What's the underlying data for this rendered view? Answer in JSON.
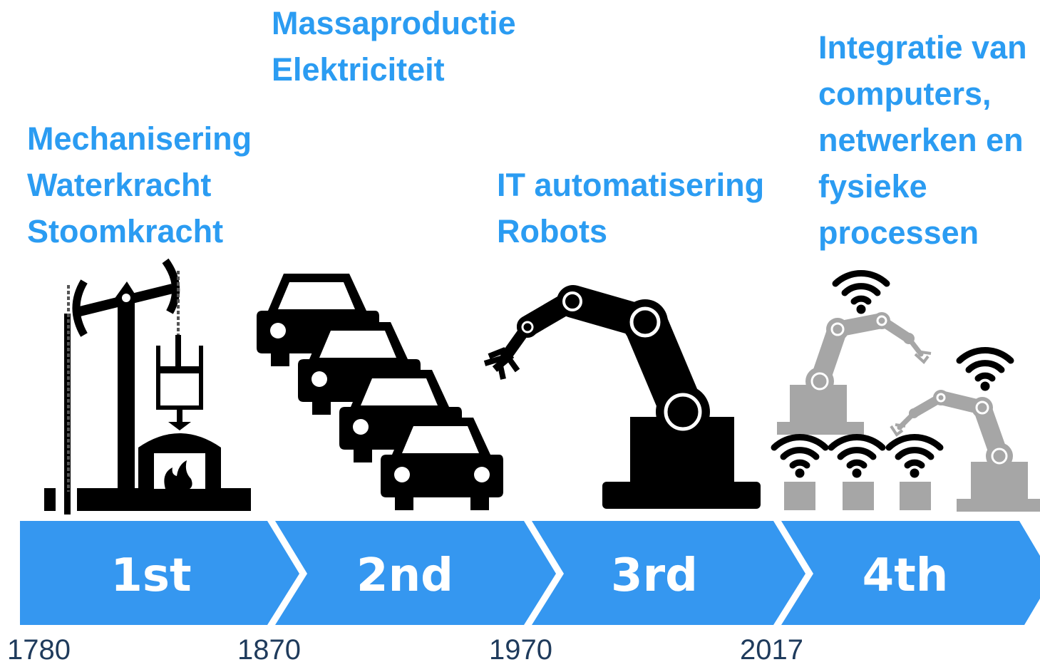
{
  "eras": [
    {
      "label": "1st",
      "year": "1780",
      "caption": [
        "Mechanisering",
        "Waterkracht",
        "Stoomkracht"
      ],
      "icon": "steam-pump-icon"
    },
    {
      "label": "2nd",
      "year": "1870",
      "caption": [
        "Massaproductie",
        "Elektriciteit"
      ],
      "icon": "cars-assembly-icon"
    },
    {
      "label": "3rd",
      "year": "1970",
      "caption": [
        "IT automatisering",
        "Robots"
      ],
      "icon": "robot-arm-icon"
    },
    {
      "label": "4th",
      "year": "2017",
      "caption": [
        "Integratie van",
        "computers,",
        "netwerken en",
        "fysieke",
        "processen"
      ],
      "icon": "connected-robots-icon"
    }
  ],
  "colors": {
    "caption": "#2b9cf2",
    "arrow": "#3597f0",
    "icon_dark": "#000000",
    "icon_gray": "#a6a6a6",
    "year": "#1f3b5c"
  }
}
